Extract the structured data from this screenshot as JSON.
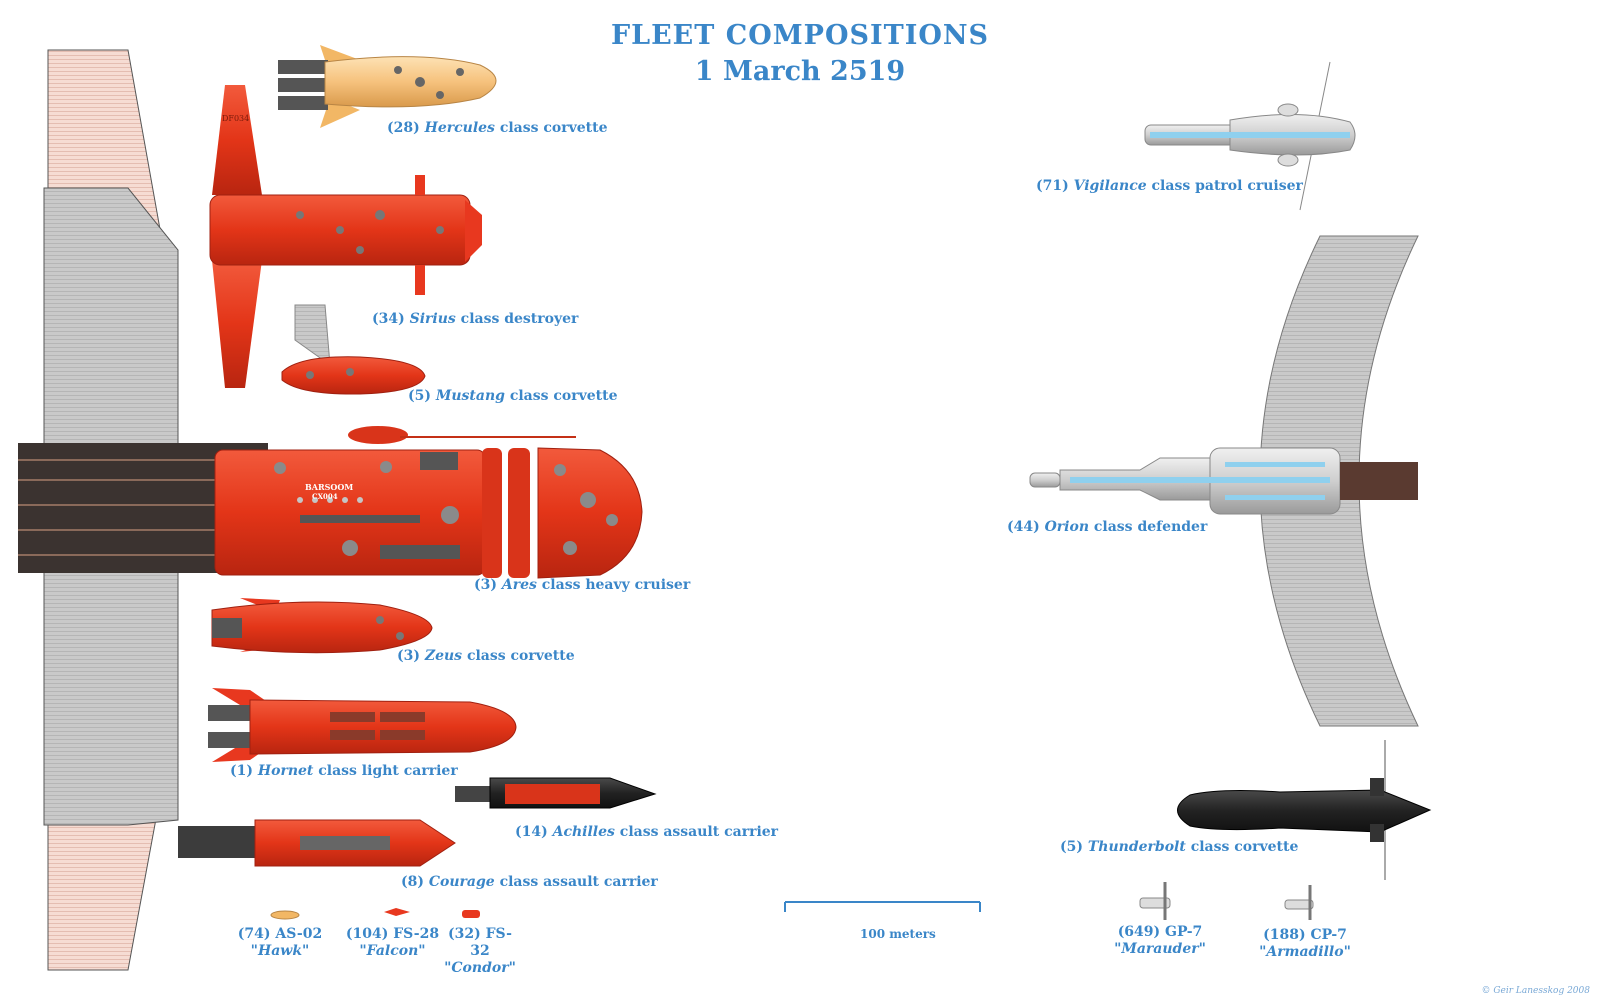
{
  "title": "FLEET COMPOSITIONS",
  "subtitle": "1 March 2519",
  "ships": [
    {
      "count": "(28)",
      "name": "Hercules",
      "suffix": "class corvette"
    },
    {
      "count": "(34)",
      "name": "Sirius",
      "suffix": "class destroyer"
    },
    {
      "count": "(5)",
      "name": "Mustang",
      "suffix": "class corvette"
    },
    {
      "count": "(3)",
      "name": "Ares",
      "suffix": "class heavy cruiser"
    },
    {
      "count": "(3)",
      "name": "Zeus",
      "suffix": "class corvette"
    },
    {
      "count": "(1)",
      "name": "Hornet",
      "suffix": "class light carrier"
    },
    {
      "count": "(14)",
      "name": "Achilles",
      "suffix": "class assault carrier"
    },
    {
      "count": "(8)",
      "name": "Courage",
      "suffix": "class assault carrier"
    },
    {
      "count": "(71)",
      "name": "Vigilance",
      "suffix": "class patrol cruiser"
    },
    {
      "count": "(44)",
      "name": "Orion",
      "suffix": "class defender"
    },
    {
      "count": "(5)",
      "name": "Thunderbolt",
      "suffix": "class corvette"
    }
  ],
  "small_craft": [
    {
      "line": "(74) AS-02",
      "nick": "\"Hawk\""
    },
    {
      "line": "(104) FS-28",
      "nick": "\"Falcon\""
    },
    {
      "line": "(32) FS-32",
      "nick": "\"Condor\""
    },
    {
      "line": "(649) GP-7",
      "nick": "\"Marauder\""
    },
    {
      "line": "(188) CP-7",
      "nick": "\"Armadillo\""
    }
  ],
  "hull_markings": {
    "ares_1": "BARSOOM",
    "ares_2": "CX004",
    "sirius": "DF034"
  },
  "scale_label": "100 meters",
  "credit": "© Geir Lanesskog 2008",
  "colors": {
    "label": "#3a86c8",
    "red_hull": "#e8381f",
    "grey_hull": "#c8c8c8",
    "dark_hull": "#2a2a2a",
    "station_pink": "#f4d8cf"
  }
}
